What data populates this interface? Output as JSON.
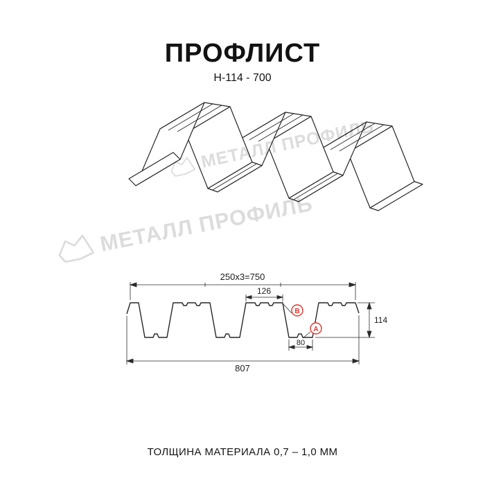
{
  "title": "ПРОФЛИСТ",
  "subtitle": "Н-114 - 700",
  "watermark": {
    "text": "МЕТАЛЛ ПРОФИЛЬ"
  },
  "dimensions": {
    "top_pitch": "250x3=750",
    "crest_width": "126",
    "valley_width": "80",
    "total_width": "807",
    "height": "114",
    "marker_b": "В",
    "marker_a": "А"
  },
  "footer": "ТОЛЩИНА МАТЕРИАЛА 0,7 – 1,0 ММ",
  "colors": {
    "line": "#262626",
    "accent_red": "#e5342b",
    "watermark_gray": "#dcdcdc"
  }
}
